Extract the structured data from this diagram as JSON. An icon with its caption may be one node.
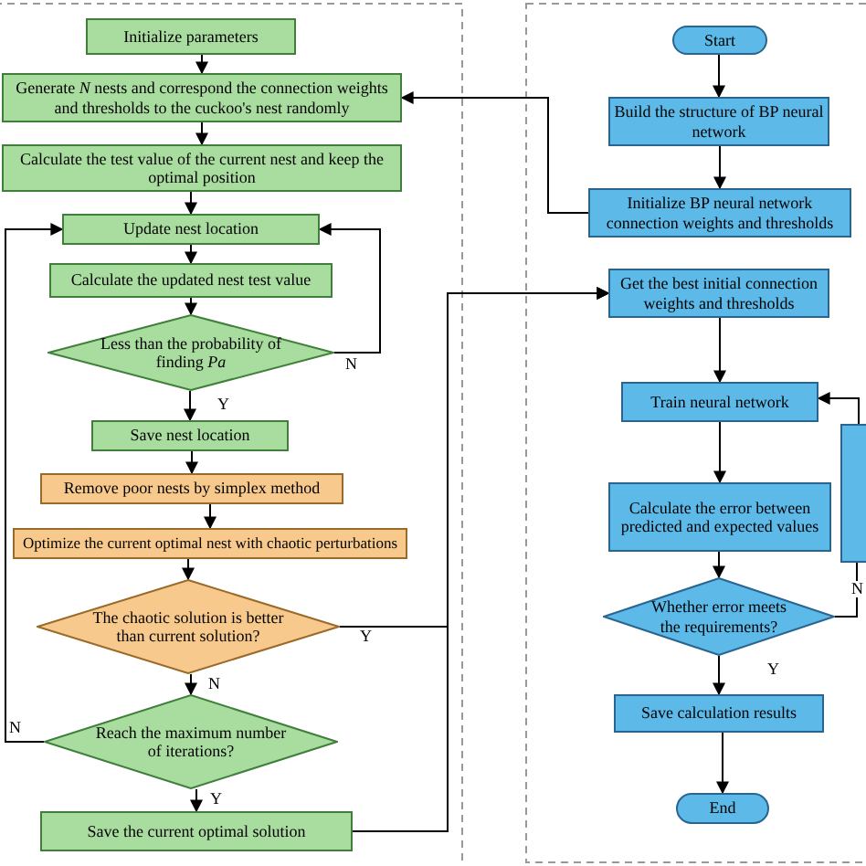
{
  "diagram": {
    "nodes": [
      {
        "text": [
          "Initialize parameters"
        ]
      },
      {
        "text": [
          "Generate *N* nests and correspond the connection weights and thresholds to the cuckoo's nest randomly"
        ]
      },
      {
        "text": [
          "Calculate the test value of the current nest and keep the optimal position"
        ]
      },
      {
        "text": [
          "Update nest location"
        ]
      },
      {
        "text": [
          "Calculate the updated nest test value"
        ]
      },
      {
        "text": [
          "Less than the probability of finding *Pa*"
        ]
      },
      {
        "text": [
          "Save nest location"
        ]
      },
      {
        "text": [
          "Remove poor nests by simplex method"
        ]
      },
      {
        "text": [
          "Optimize the current optimal nest with chaotic perturbations"
        ]
      },
      {
        "text": [
          "The chaotic solution is better than current solution?"
        ]
      },
      {
        "text": [
          "Reach the maximum number of iterations?"
        ]
      },
      {
        "text": [
          "Save the current optimal solution"
        ]
      },
      {
        "text": [
          "Start"
        ]
      },
      {
        "text": [
          "Build the structure of BP neural network"
        ]
      },
      {
        "text": [
          "Initialize BP neural network connection weights and thresholds"
        ]
      },
      {
        "text": [
          "Get the best initial connection weights and thresholds"
        ]
      },
      {
        "text": [
          "Train neural network"
        ]
      },
      {
        "text": [
          "Calculate the error between predicted and expected values"
        ]
      },
      {
        "text": [
          "Whether error meets the requirements?"
        ]
      },
      {
        "text": [
          "Save calculation results"
        ]
      },
      {
        "text": [
          "End"
        ]
      },
      {
        "text": [],
        "shape": "box"
      }
    ],
    "edges": [
      {
        "from": 0,
        "to": 1,
        "arrow": "to"
      },
      {
        "from": 1,
        "to": 2,
        "arrow": "to"
      },
      {
        "from": 2,
        "to": 3,
        "arrow": "to"
      },
      {
        "from": 3,
        "to": 4,
        "arrow": "to"
      },
      {
        "from": 4,
        "to": 5,
        "arrow": "to"
      },
      {
        "from": 5,
        "to": 3,
        "arrow": "to",
        "label": "N"
      },
      {
        "from": 5,
        "to": 6,
        "arrow": "to",
        "label": "Y"
      },
      {
        "from": 6,
        "to": 7,
        "arrow": "to"
      },
      {
        "from": 7,
        "to": 8,
        "arrow": "to"
      },
      {
        "from": 8,
        "to": 9,
        "arrow": "to"
      },
      {
        "from": 9,
        "to": 10,
        "arrow": "to",
        "label": "N"
      },
      {
        "from": 9,
        "to": 15,
        "arrow": "to",
        "label": "Y"
      },
      {
        "from": 10,
        "to": 3,
        "arrow": "to",
        "label": "N"
      },
      {
        "from": 10,
        "to": 11,
        "arrow": "to",
        "label": "Y"
      },
      {
        "from": 11,
        "to": 15,
        "arrow": "to"
      },
      {
        "from": 12,
        "to": 13,
        "arrow": "to"
      },
      {
        "from": 13,
        "to": 14,
        "arrow": "to"
      },
      {
        "from": 14,
        "to": 1,
        "arrow": "to"
      },
      {
        "from": 15,
        "to": 16,
        "arrow": "to"
      },
      {
        "from": 16,
        "to": 17,
        "arrow": "to"
      },
      {
        "from": 17,
        "to": 18,
        "arrow": "to"
      },
      {
        "from": 18,
        "to": 21,
        "arrow": "none",
        "label": "N"
      },
      {
        "from": 21,
        "to": 16,
        "arrow": "to"
      },
      {
        "from": 18,
        "to": 19,
        "arrow": "to",
        "label": "Y"
      },
      {
        "from": 19,
        "to": 20,
        "arrow": "to"
      }
    ]
  }
}
